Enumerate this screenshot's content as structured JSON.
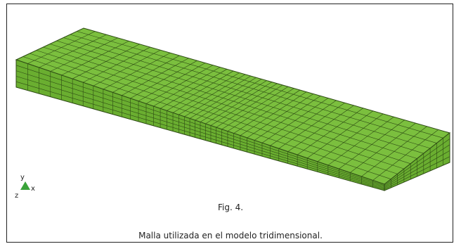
{
  "figure": {
    "number": "Fig. 4.",
    "caption": "Malla utilizada en el modelo tridimensional."
  },
  "triad": {
    "x_label": "x",
    "y_label": "y",
    "z_label": "z"
  },
  "colors": {
    "mesh_fill_top": "#7bbf3e",
    "mesh_fill_side": "#6aae30",
    "mesh_lines": "#2d4a14",
    "triad": "#3aa33a"
  }
}
